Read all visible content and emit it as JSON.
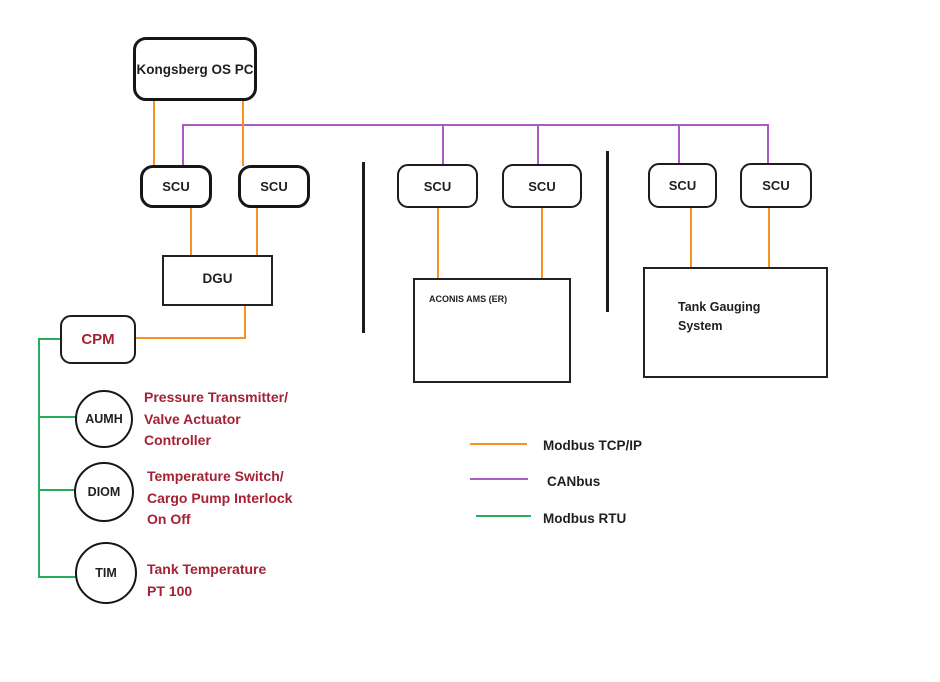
{
  "diagram": {
    "nodes": {
      "os_pc": "Kongsberg OS PC",
      "scus": [
        "SCU",
        "SCU",
        "SCU",
        "SCU",
        "SCU",
        "SCU"
      ],
      "dgu": "DGU",
      "cpm": "CPM",
      "aconis": "ACONIS AMS (ER)",
      "tank_line1": "Tank Gauging",
      "tank_line2": "System",
      "aumh": "AUMH",
      "diom": "DIOM",
      "tim": "TIM"
    },
    "annotations": {
      "aumh": [
        "Pressure Transmitter/",
        "Valve Actuator",
        "Controller"
      ],
      "diom": [
        "Temperature Switch/",
        "Cargo Pump Interlock",
        "On Off"
      ],
      "tim": [
        "Tank Temperature",
        "PT 100"
      ]
    },
    "legend": [
      {
        "label": "Modbus TCP/IP",
        "color": "#F6921E"
      },
      {
        "label": "CANbus",
        "color": "#AA5CC3"
      },
      {
        "label": "Modbus RTU",
        "color": "#27AE58"
      }
    ],
    "colors": {
      "modbus_tcp": "#F6921E",
      "canbus": "#AA5CC3",
      "modbus_rtu": "#27AE58",
      "annotation_text": "#A42234",
      "cpm_text": "#A42234"
    }
  }
}
